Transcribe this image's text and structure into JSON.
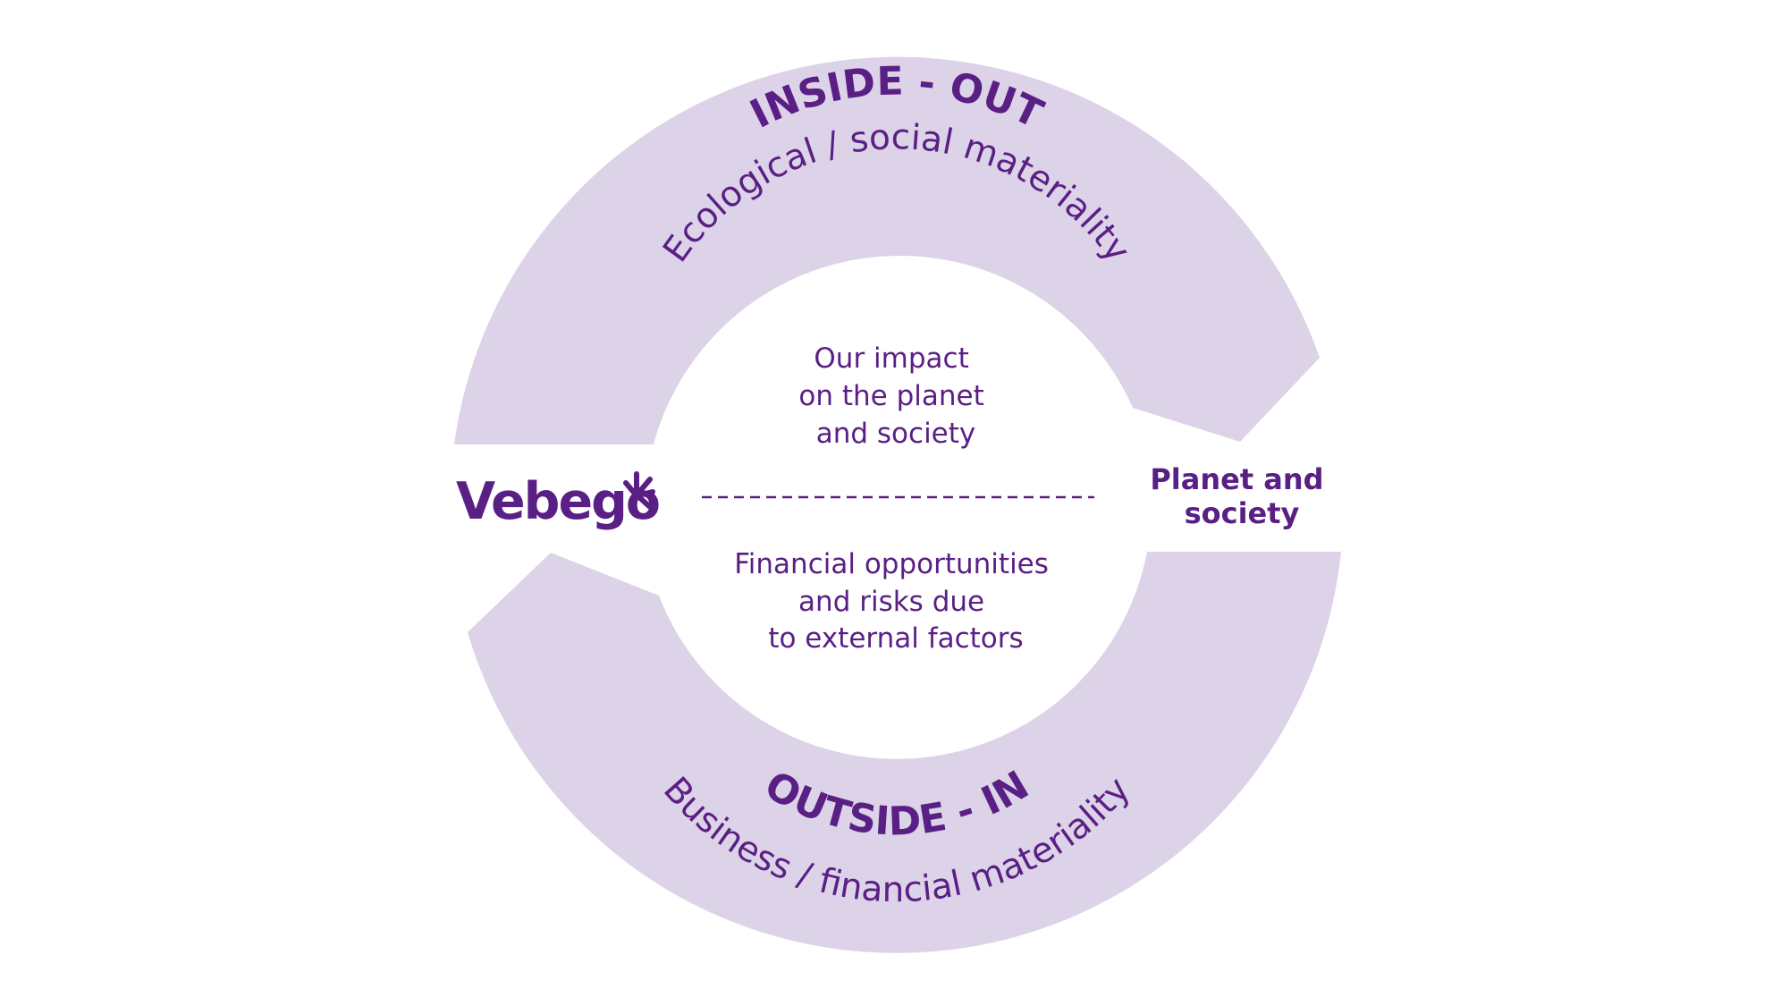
{
  "colors": {
    "ring": "#ddd3e8",
    "text": "#5a1f84",
    "background": "#ffffff"
  },
  "top_arc": {
    "title": "INSIDE - OUT",
    "subtitle": "Ecological / social materiality"
  },
  "bottom_arc": {
    "title": "OUTSIDE - IN",
    "subtitle": "Business / financial materiality"
  },
  "center": {
    "top_lines": [
      "Our impact",
      "on the planet",
      "and society"
    ],
    "bottom_lines": [
      "Financial opportunities",
      "and risks due",
      "to external factors"
    ]
  },
  "right_label": {
    "lines": [
      "Planet and",
      "society"
    ]
  },
  "logo": {
    "text": "Vebego",
    "icon": "sparkle-logo-icon"
  }
}
